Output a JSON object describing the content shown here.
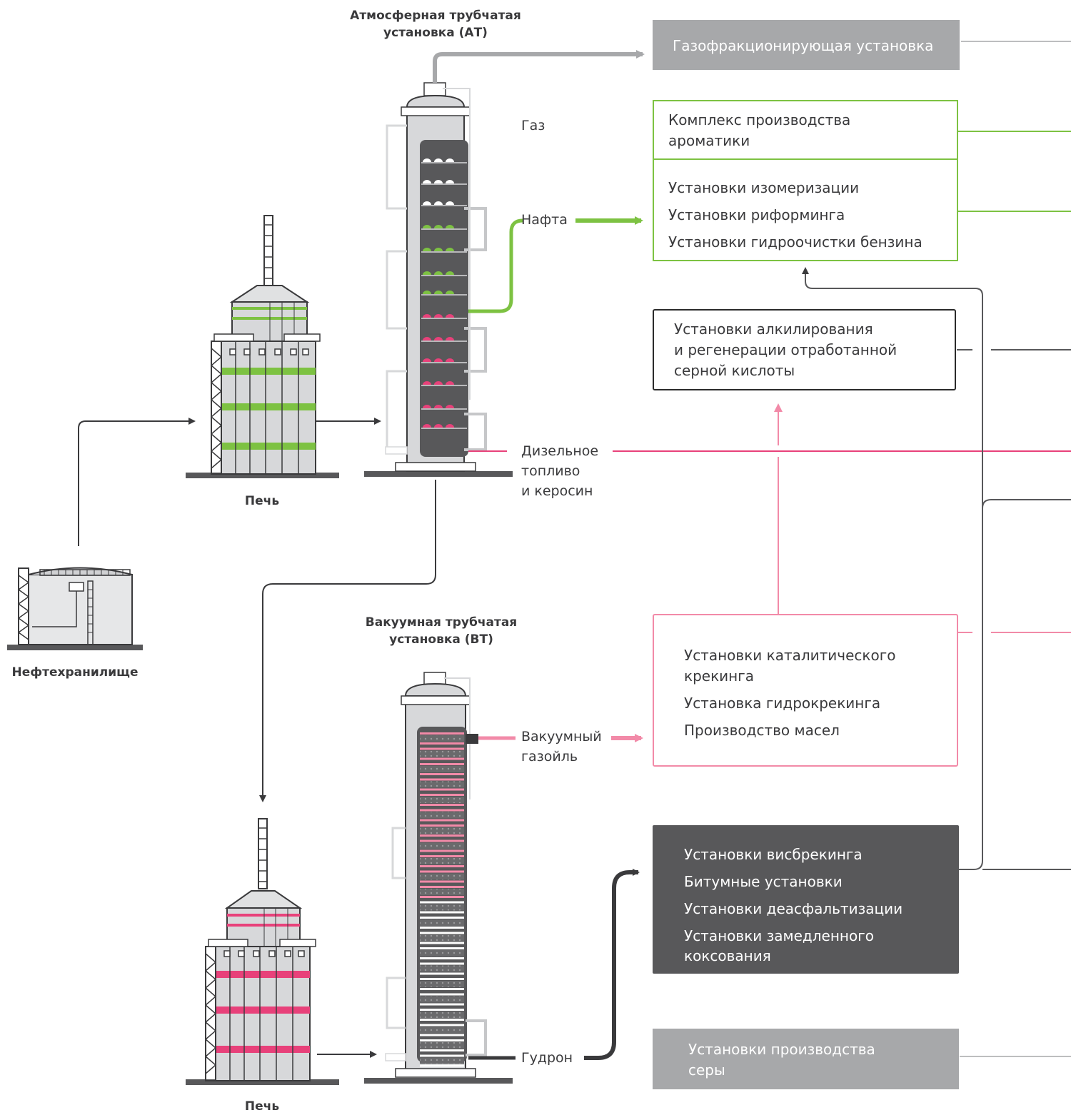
{
  "captions": {
    "tank": "Нефтехранилище",
    "furnace_top": "Печь",
    "furnace_bottom": "Печь",
    "at_column_line1": "Атмосферная трубчатая",
    "at_column_line2": "установка (АТ)",
    "vt_column_line1": "Вакуумная трубчатая",
    "vt_column_line2": "установка (ВТ)"
  },
  "streams": {
    "gas": "Газ",
    "naphtha": "Нафта",
    "diesel_line1": "Дизельное",
    "diesel_line2": "топливо",
    "diesel_line3": "и керосин",
    "vgo_line1": "Вакуумный",
    "vgo_line2": "газойль",
    "tar": "Гудрон"
  },
  "units": {
    "gas_fractionation": "Газофракционирующая установка",
    "aromatics_line1": "Комплекс производства",
    "aromatics_line2": "ароматики",
    "isomerization": "Установки изомеризации",
    "reforming": "Установки риформинга",
    "gasoline_hydrotreating": "Установки гидроочистки бензина",
    "alkylation_line1": "Установки алкилирования",
    "alkylation_line2": "и регенерации отработанной",
    "alkylation_line3": "серной кислоты",
    "cat_cracking_line1": "Установки каталитического",
    "cat_cracking_line2": "крекинга",
    "hydrocracking": "Установка гидрокрекинга",
    "oils": "Производство масел",
    "visbreaking": "Установки висбрекинга",
    "bitumen": "Битумные установки",
    "deasphalting": "Установки деасфальтизации",
    "coking_line1": "Установки замедленного",
    "coking_line2": "коксования",
    "sulfur_line1": "Установки производства",
    "sulfur_line2": "серы"
  },
  "colors": {
    "green": "#7dc242",
    "pink": "#e8417a",
    "light_pink": "#f28aa8",
    "dark": "#58585a",
    "gray": "#a7a8aa",
    "text": "#3a3a3c"
  }
}
